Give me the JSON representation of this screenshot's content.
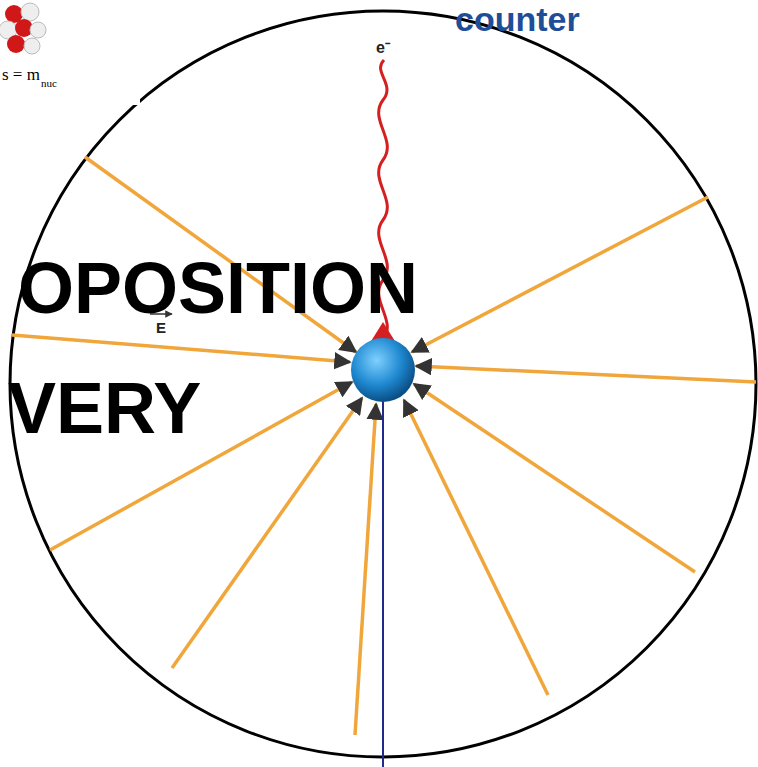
{
  "diagram": {
    "labels": [
      "counter",
      "OPOSITION",
      "VERY",
      "e⁻",
      "E",
      "s = m",
      "nuc"
    ]
  }
}
